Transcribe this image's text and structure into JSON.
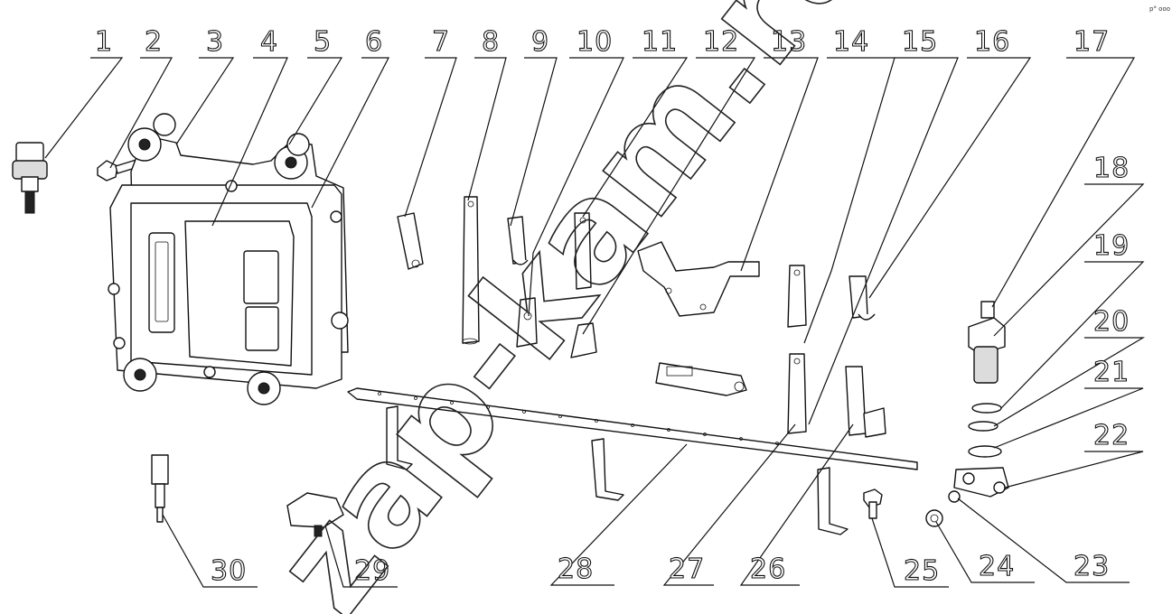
{
  "diagram": {
    "watermark": "zap-kam.ru",
    "corner_mark": "p° ooo",
    "callouts": [
      "1",
      "2",
      "3",
      "4",
      "5",
      "6",
      "7",
      "8",
      "9",
      "10",
      "11",
      "12",
      "13",
      "14",
      "15",
      "16",
      "17",
      "18",
      "19",
      "20",
      "21",
      "22",
      "23",
      "24",
      "25",
      "26",
      "27",
      "28",
      "29",
      "30"
    ]
  }
}
